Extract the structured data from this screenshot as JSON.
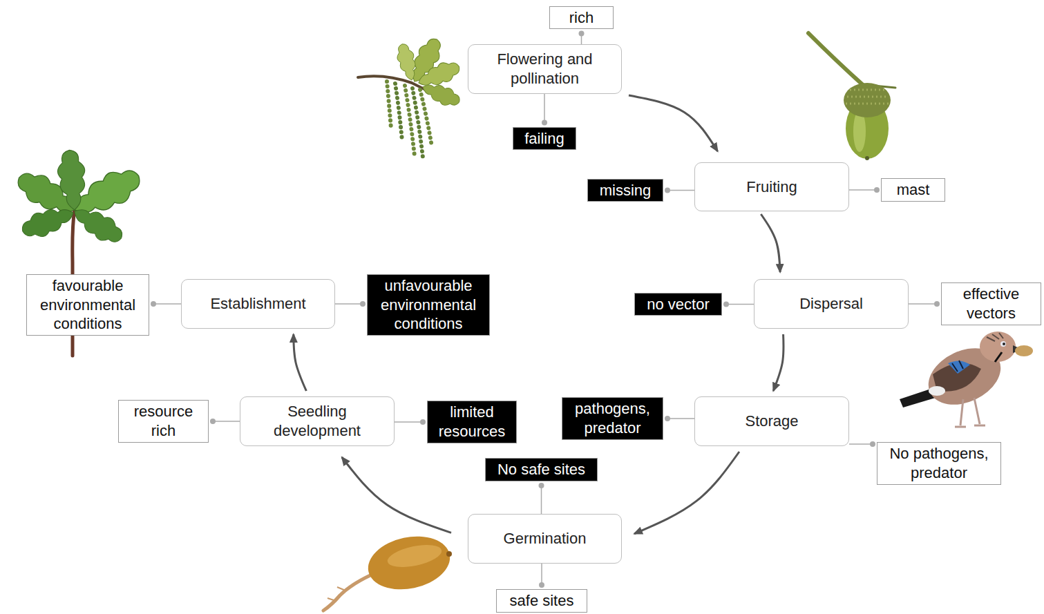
{
  "diagram": {
    "nodes": [
      {
        "text": [
          "rich"
        ]
      },
      {
        "text": [
          "Flowering and pollination"
        ]
      },
      {
        "text": [
          "failing"
        ]
      },
      {
        "text": [
          "missing"
        ]
      },
      {
        "text": [
          "Fruiting"
        ]
      },
      {
        "text": [
          "mast"
        ]
      },
      {
        "text": [
          "favourable environmental conditions"
        ]
      },
      {
        "text": [
          "Establishment"
        ]
      },
      {
        "text": [
          "unfavourable environmental conditions"
        ]
      },
      {
        "text": [
          "no vector"
        ]
      },
      {
        "text": [
          "Dispersal"
        ]
      },
      {
        "text": [
          "effective vectors"
        ]
      },
      {
        "text": [
          "resource rich"
        ]
      },
      {
        "text": [
          "Seedling development"
        ]
      },
      {
        "text": [
          "limited resources"
        ]
      },
      {
        "text": [
          "pathogens, predator"
        ]
      },
      {
        "text": [
          "Storage"
        ]
      },
      {
        "text": [
          "No pathogens, predator"
        ]
      },
      {
        "text": [
          "No safe sites"
        ]
      },
      {
        "text": [
          "Germination"
        ]
      },
      {
        "text": [
          "safe sites"
        ]
      }
    ],
    "edges": [
      {
        "from": 1,
        "to": 4,
        "arrow": "to"
      },
      {
        "from": 4,
        "to": 10,
        "arrow": "to"
      },
      {
        "from": 10,
        "to": 16,
        "arrow": "to"
      },
      {
        "from": 16,
        "to": 19,
        "arrow": "to"
      },
      {
        "from": 19,
        "to": 13,
        "arrow": "to"
      },
      {
        "from": 13,
        "to": 7,
        "arrow": "to"
      },
      {
        "from": 1,
        "to": 0,
        "arrow": "none"
      },
      {
        "from": 1,
        "to": 2,
        "arrow": "none"
      },
      {
        "from": 4,
        "to": 3,
        "arrow": "none"
      },
      {
        "from": 4,
        "to": 5,
        "arrow": "none"
      },
      {
        "from": 10,
        "to": 9,
        "arrow": "none"
      },
      {
        "from": 10,
        "to": 11,
        "arrow": "none"
      },
      {
        "from": 16,
        "to": 15,
        "arrow": "none"
      },
      {
        "from": 16,
        "to": 17,
        "arrow": "none"
      },
      {
        "from": 19,
        "to": 18,
        "arrow": "none"
      },
      {
        "from": 19,
        "to": 20,
        "arrow": "none"
      },
      {
        "from": 13,
        "to": 12,
        "arrow": "none"
      },
      {
        "from": 13,
        "to": 14,
        "arrow": "none"
      },
      {
        "from": 7,
        "to": 6,
        "arrow": "none"
      },
      {
        "from": 7,
        "to": 8,
        "arrow": "none"
      }
    ]
  }
}
